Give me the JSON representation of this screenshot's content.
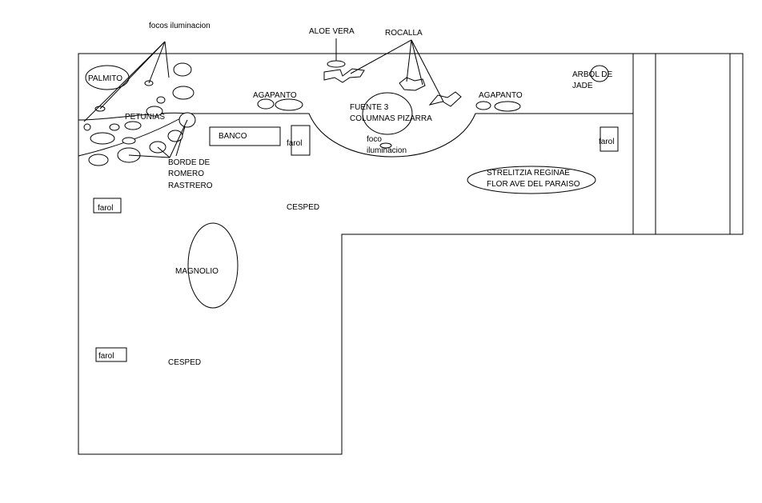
{
  "labels": {
    "focos_iluminacion": "focos iluminacion",
    "aloe_vera": "ALOE VERA",
    "rocalla": "ROCALLA",
    "palmito": "PALMITO",
    "agapanto_left": "AGAPANTO",
    "agapanto_right": "AGAPANTO",
    "fuente_line1": "FUENTE 3",
    "fuente_line2": "COLUMNAS PIZARRA",
    "arbol_line1": "ARBOL DE",
    "arbol_line2": "JADE",
    "petunias": "PETUNIAS",
    "banco": "BANCO",
    "farol_center": "farol",
    "farol_right": "farol",
    "farol_left_top": "farol",
    "farol_left_bottom": "farol",
    "foco_line1": "foco",
    "foco_line2": "iluminacion",
    "borde_line1": "BORDE DE",
    "borde_line2": "ROMERO",
    "borde_line3": "RASTRERO",
    "strelitzia_line1": "STRELITZIA REGINAE",
    "strelitzia_line2": "FLOR AVE DEL PARAISO",
    "cesped_top": "CESPED",
    "cesped_bottom": "CESPED",
    "magnolio": "MAGNOLIO"
  }
}
